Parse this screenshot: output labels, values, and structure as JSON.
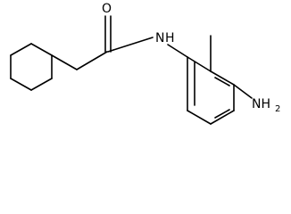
{
  "molecule": {
    "atom_labels": {
      "carbonyl_oxygen": "O",
      "amide_nitrogen": "N",
      "amide_hydrogen": "H",
      "amino_group": "NH",
      "amino_subscript": "2"
    }
  },
  "colors": {
    "bond": "#000000",
    "text": "#000000",
    "background": "#ffffff"
  }
}
